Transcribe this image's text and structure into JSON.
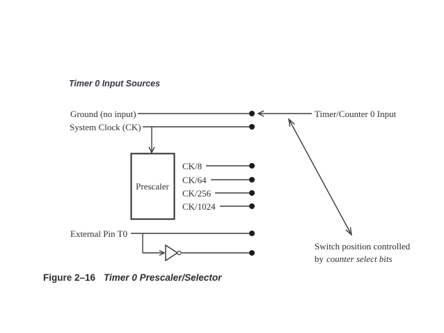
{
  "figure": {
    "title": "Timer 0 Input Sources",
    "caption_label": "Figure 2–16",
    "caption_text": "Timer 0 Prescaler/Selector"
  },
  "diagram": {
    "source_labels": [
      "Ground (no input)",
      "System Clock (CK)"
    ],
    "prescaler_label": "Prescaler",
    "prescaler_outputs": [
      "CK/8",
      "CK/64",
      "CK/256",
      "CK/1024"
    ],
    "external_label": "External Pin T0",
    "output_label": "Timer/Counter 0 Input",
    "switch_note": {
      "line1": "Switch position controlled",
      "line2_prefix": "by",
      "line2_italic": "counter select bits"
    }
  },
  "colors": {
    "ink": "#2e2e2e",
    "wire": "#3a3a3a",
    "dot": "#1c1c1c",
    "background": "#ffffff"
  }
}
